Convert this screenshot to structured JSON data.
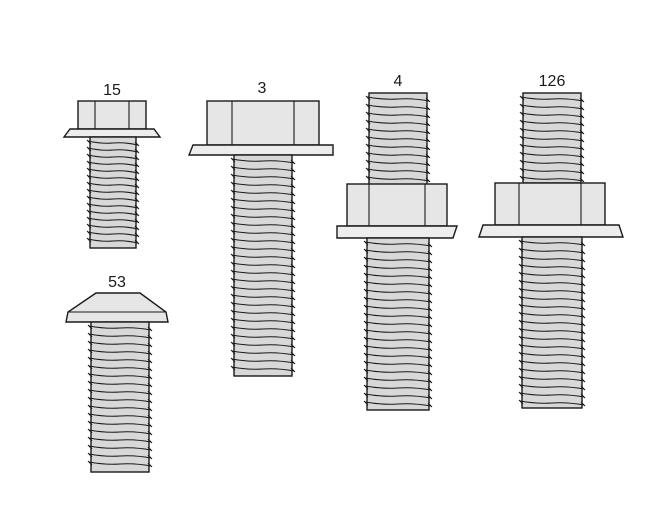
{
  "labels": {
    "fastener_15": "15",
    "fastener_3": "3",
    "fastener_4": "4",
    "fastener_126": "126",
    "fastener_53": "53"
  }
}
